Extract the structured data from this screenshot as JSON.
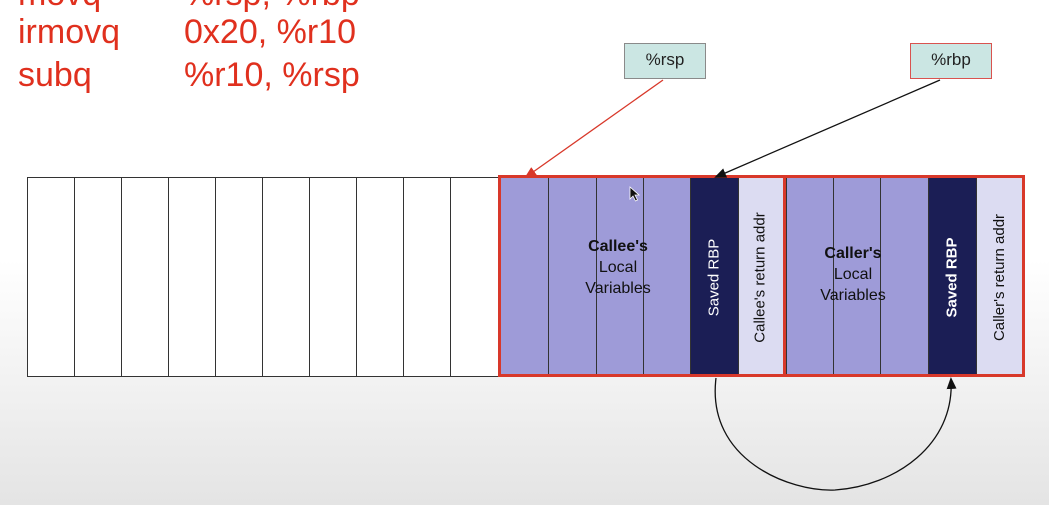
{
  "code": {
    "line_top_op": "movq",
    "line_top_args": "%rsp, %rbp",
    "line1_op": "irmovq",
    "line1_args": "0x20, %r10",
    "line2_op": "subq",
    "line2_args": "%r10, %rsp",
    "color": "#e0301e"
  },
  "registers": {
    "rsp": "%rsp",
    "rbp": "%rbp"
  },
  "stack": {
    "empty_cell_count": 10,
    "callee": {
      "label_bold": "Callee's",
      "label_line2": "Local",
      "label_line3": "Variables",
      "saved_rbp": "Saved RBP",
      "return_addr": "Callee's return addr"
    },
    "caller": {
      "label_bold": "Caller's",
      "label_line2": "Local",
      "label_line3": "Variables",
      "saved_rbp": "Saved RBP",
      "return_addr": "Caller's return addr"
    }
  },
  "colors": {
    "local_variables": "#9e9bd8",
    "saved_rbp": "#1b1e55",
    "return_addr": "#dcdcf2",
    "frame_border": "#d8382a",
    "register_box": "#cbe6e3"
  },
  "icons": [
    "mouse-cursor-icon",
    "arrow-rsp",
    "arrow-rbp",
    "saved-rbp-link-arrow"
  ]
}
